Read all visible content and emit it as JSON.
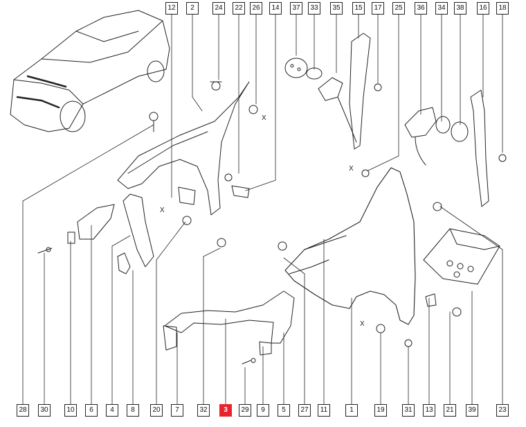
{
  "callouts_top": [
    "12",
    "2",
    "24",
    "22",
    "26",
    "14",
    "37",
    "33",
    "35",
    "15",
    "17",
    "25",
    "36",
    "34",
    "38",
    "16",
    "18"
  ],
  "callouts_bottom": [
    "28",
    "30",
    "10",
    "6",
    "4",
    "8",
    "20",
    "7",
    "32",
    "3",
    "29",
    "9",
    "5",
    "27",
    "11",
    "1",
    "19",
    "31",
    "13",
    "21",
    "39",
    "23"
  ],
  "selected_part": "3",
  "selected_color": "#e8232b",
  "x_marks": [
    "X",
    "X",
    "X",
    "X"
  ]
}
